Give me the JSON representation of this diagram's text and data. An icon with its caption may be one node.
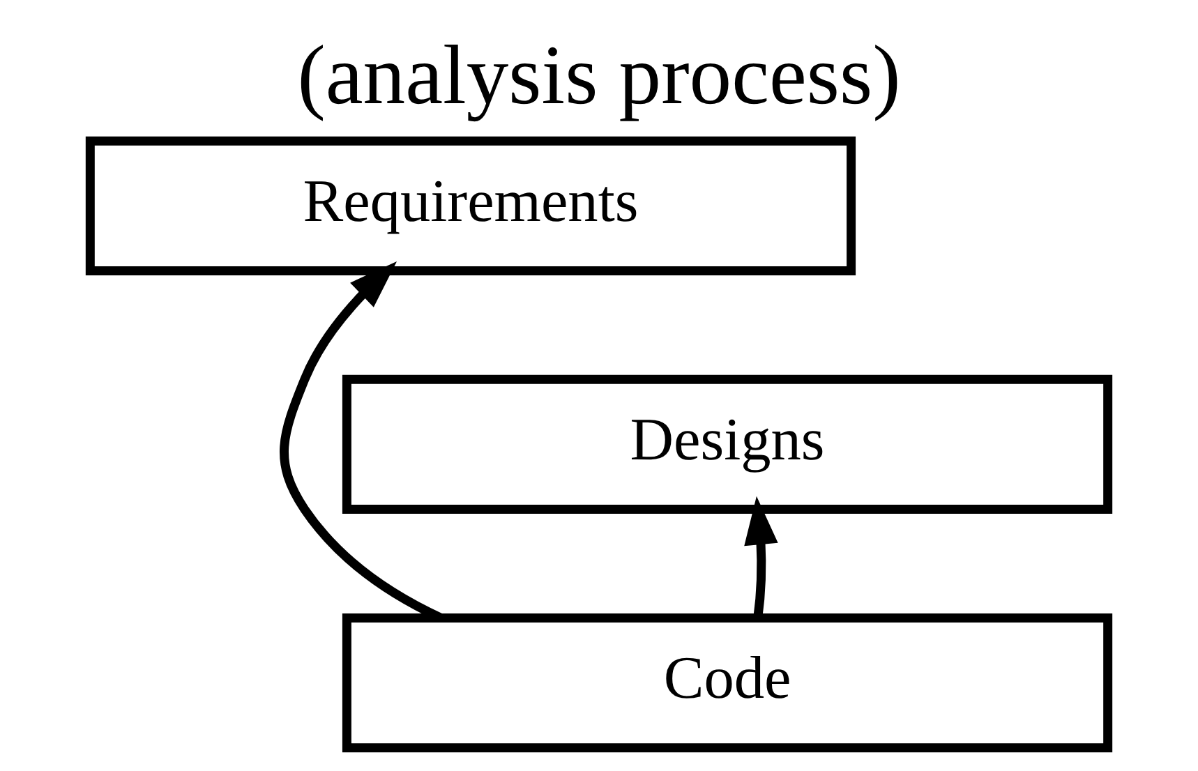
{
  "diagram": {
    "title": "(analysis process)",
    "nodes": [
      {
        "text": [
          "Requirements"
        ]
      },
      {
        "text": [
          "Designs"
        ]
      },
      {
        "text": [
          "Code"
        ]
      }
    ],
    "edges": [
      {
        "from": 2,
        "to": 0,
        "arrow": "to"
      },
      {
        "from": 2,
        "to": 1,
        "arrow": "to"
      }
    ]
  }
}
